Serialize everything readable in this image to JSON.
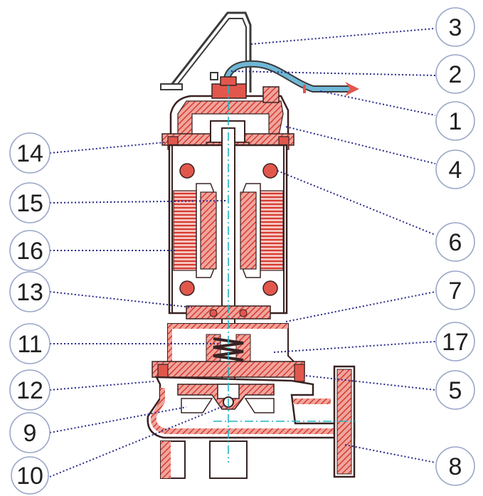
{
  "callouts": [
    {
      "id": "c3",
      "label": "3"
    },
    {
      "id": "c2",
      "label": "2"
    },
    {
      "id": "c1",
      "label": "1"
    },
    {
      "id": "c4",
      "label": "4"
    },
    {
      "id": "c6",
      "label": "6"
    },
    {
      "id": "c7",
      "label": "7"
    },
    {
      "id": "c17",
      "label": "17"
    },
    {
      "id": "c5",
      "label": "5"
    },
    {
      "id": "c8",
      "label": "8"
    },
    {
      "id": "c14",
      "label": "14"
    },
    {
      "id": "c15",
      "label": "15"
    },
    {
      "id": "c16",
      "label": "16"
    },
    {
      "id": "c13",
      "label": "13"
    },
    {
      "id": "c11",
      "label": "11"
    },
    {
      "id": "c12",
      "label": "12"
    },
    {
      "id": "c9",
      "label": "9"
    },
    {
      "id": "c10",
      "label": "10"
    }
  ],
  "colors": {
    "body_red": "#e2574c",
    "outline": "#3a2222",
    "centerline": "#22b3c4",
    "leader": "#2a2a8a",
    "cable": "#6fb7d6"
  }
}
